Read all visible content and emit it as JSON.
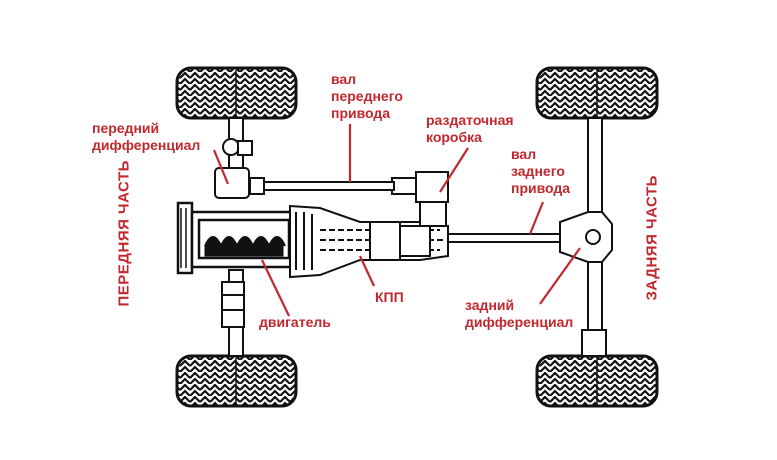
{
  "labels": {
    "front_drive_shaft": [
      "вал",
      "переднего",
      "привода"
    ],
    "front_differential": [
      "передний",
      "дифференциал"
    ],
    "transfer_case": [
      "раздаточная",
      "коробка"
    ],
    "rear_drive_shaft": [
      "вал",
      "заднего",
      "привода"
    ],
    "gearbox": "КПП",
    "engine": "двигатель",
    "rear_differential": [
      "задний",
      "дифференциал"
    ],
    "front_side": "ПЕРЕДНЯЯ ЧАСТЬ",
    "rear_side": "ЗАДНЯЯ ЧАСТЬ"
  },
  "colors": {
    "label": "#c0282d",
    "line": "#111111",
    "background": "#ffffff"
  }
}
